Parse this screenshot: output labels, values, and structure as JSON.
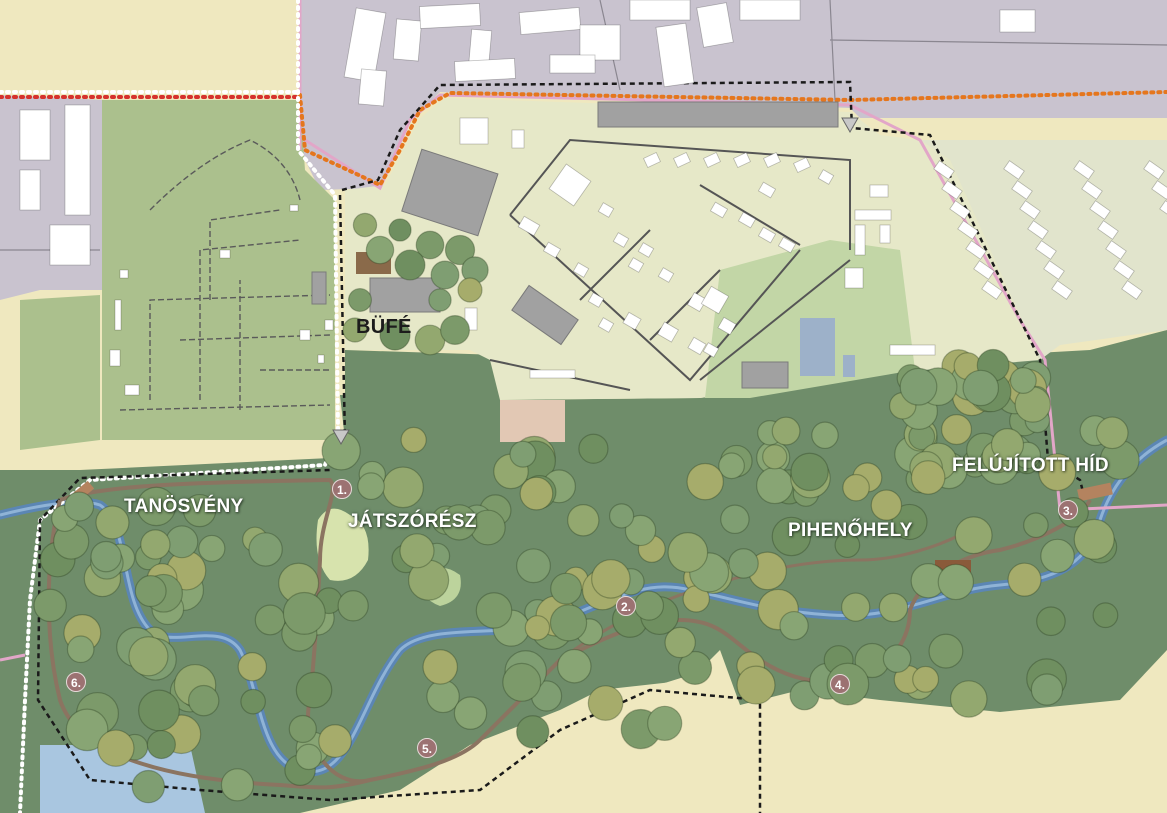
{
  "labels": {
    "bufe": "BÜFÉ",
    "tanosveny": "TANÖSVÉNY",
    "jatszoresz": "JÁTSZÓRÉSZ",
    "pihenohely": "PIHENŐHELY",
    "felujitott_hid": "FELÚJÍTOTT HÍD"
  },
  "stops": [
    "1.",
    "2.",
    "3.",
    "4.",
    "5.",
    "6."
  ],
  "colors": {
    "urban": "#c9c3cf",
    "field": "#efe8bf",
    "meadow": "#abc08d",
    "park": "#e6e8c8",
    "forest": "#6f8d6a",
    "river": "#5b86b4",
    "trail": "#8b7461",
    "tree": "#7c9a6a",
    "road_pink": "#e2a6c8",
    "boundary_orange": "#e5761d",
    "boundary_red": "#d6322c",
    "boundary_black": "#1a1a1a",
    "stop_marker": "#9c7272"
  }
}
